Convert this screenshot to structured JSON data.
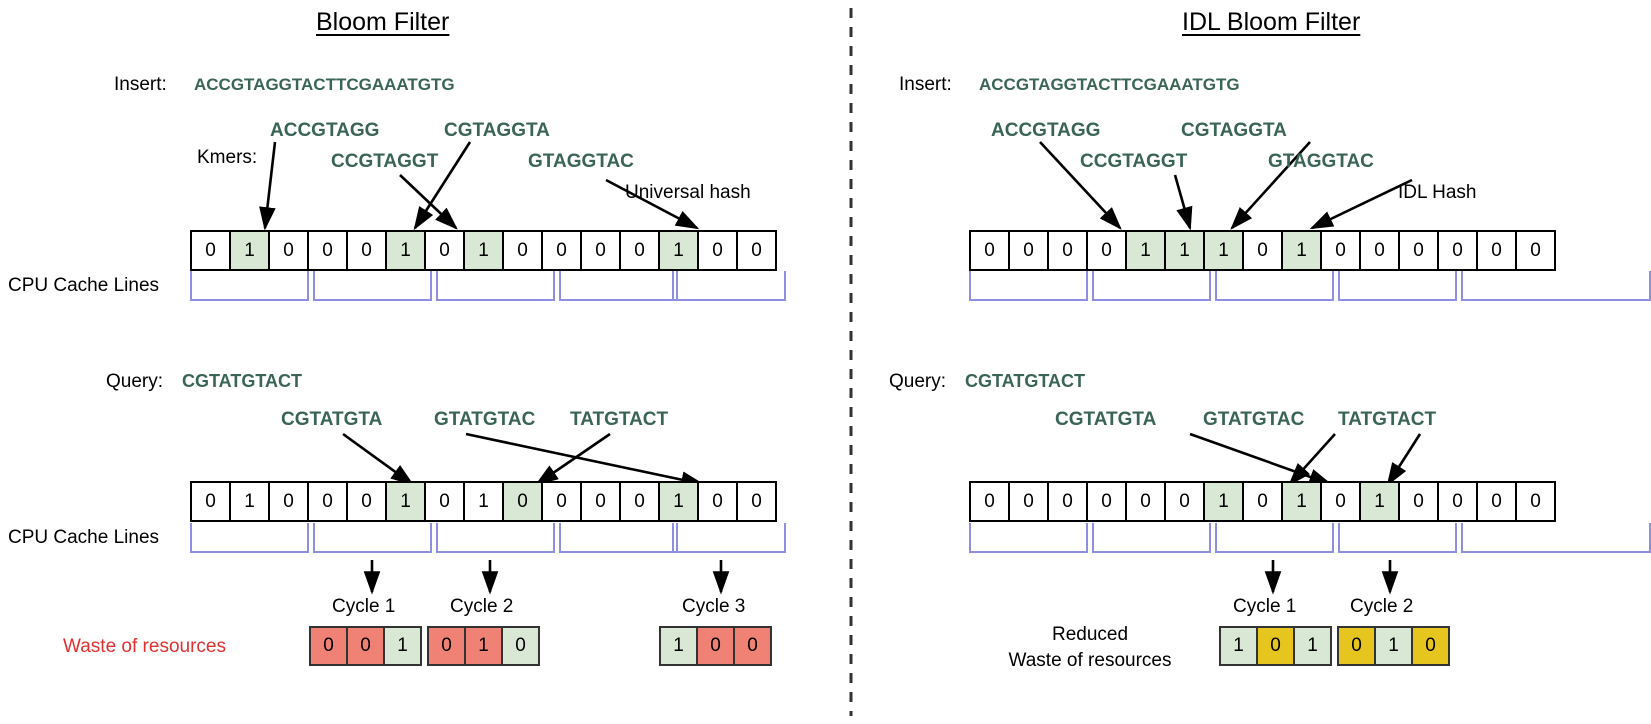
{
  "colors": {
    "dna_text": "#3a6456",
    "bit_on": "#d9e8d4",
    "cache_line": "#8f8fe0",
    "waste_red_text": "#e03030",
    "cycle_red": "#ef8275",
    "cycle_green": "#d9e8d4",
    "cycle_yellow": "#e5c51e"
  },
  "left": {
    "title": "Bloom Filter",
    "insert_label": "Insert:",
    "insert_sequence": "ACCGTAGGTACTTCGAAATGTG",
    "kmers_label": "Kmers:",
    "insert_kmers": [
      "ACCGTAGG",
      "CCGTAGGT",
      "CGTAGGTA",
      "GTAGGTAC"
    ],
    "hash_label": "Universal hash",
    "cache_lines_label_top": "CPU Cache Lines",
    "insert_bits": [
      "0",
      "1",
      "0",
      "0",
      "0",
      "1",
      "0",
      "1",
      "0",
      "0",
      "0",
      "0",
      "1",
      "0",
      "0"
    ],
    "insert_bits_on": [
      1,
      5,
      7,
      12
    ],
    "query_label": "Query:",
    "query_sequence": "CGTATGTACT",
    "query_kmers": [
      "CGTATGTA",
      "GTATGTAC",
      "TATGTACT"
    ],
    "cache_lines_label_bottom": "CPU Cache Lines",
    "query_bits": [
      "0",
      "1",
      "0",
      "0",
      "0",
      "1",
      "0",
      "1",
      "0",
      "0",
      "0",
      "0",
      "1",
      "0",
      "0"
    ],
    "query_bits_on": [
      5,
      8,
      12
    ],
    "waste_label": "Waste of resources",
    "cycles": [
      {
        "label": "Cycle 1",
        "bits": [
          "0",
          "0",
          "1"
        ],
        "fills": [
          "red",
          "red",
          "green"
        ]
      },
      {
        "label": "Cycle 2",
        "bits": [
          "0",
          "1",
          "0"
        ],
        "fills": [
          "red",
          "red",
          "green"
        ]
      },
      {
        "label": "Cycle 3",
        "bits": [
          "1",
          "0",
          "0"
        ],
        "fills": [
          "green",
          "red",
          "red"
        ]
      }
    ]
  },
  "right": {
    "title": "IDL Bloom Filter",
    "insert_label": "Insert:",
    "insert_sequence": "ACCGTAGGTACTTCGAAATGTG",
    "insert_kmers": [
      "ACCGTAGG",
      "CCGTAGGT",
      "CGTAGGTA",
      "GTAGGTAC"
    ],
    "hash_label": "IDL Hash",
    "insert_bits": [
      "0",
      "0",
      "0",
      "0",
      "1",
      "1",
      "1",
      "0",
      "1",
      "0",
      "0",
      "0",
      "0",
      "0",
      "0"
    ],
    "insert_bits_on": [
      4,
      5,
      6,
      8
    ],
    "query_label": "Query:",
    "query_sequence": "CGTATGTACT",
    "query_kmers": [
      "CGTATGTA",
      "GTATGTAC",
      "TATGTACT"
    ],
    "query_bits": [
      "0",
      "0",
      "0",
      "0",
      "0",
      "0",
      "1",
      "0",
      "1",
      "0",
      "1",
      "0",
      "0",
      "0",
      "0"
    ],
    "query_bits_on": [
      6,
      8,
      10
    ],
    "waste_label_line1": "Reduced",
    "waste_label_line2": "Waste of resources",
    "cycles": [
      {
        "label": "Cycle 1",
        "bits": [
          "1",
          "0",
          "1"
        ],
        "fills": [
          "green",
          "yellow",
          "green"
        ]
      },
      {
        "label": "Cycle 2",
        "bits": [
          "0",
          "1",
          "0"
        ],
        "fills": [
          "yellow",
          "green",
          "yellow"
        ]
      }
    ]
  }
}
